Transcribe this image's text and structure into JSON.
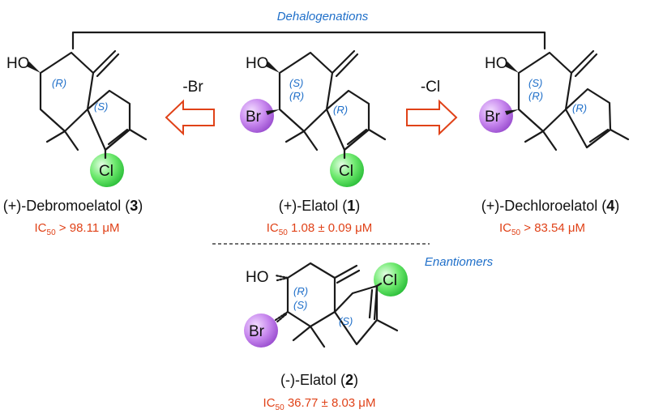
{
  "headings": {
    "dehalogenations": "Dehalogenations",
    "enantiomers": "Enantiomers"
  },
  "arrows": {
    "left_label": "-Br",
    "right_label": "-Cl"
  },
  "atoms": {
    "HO": "HO",
    "Br": "Br",
    "Cl": "Cl"
  },
  "stereo": {
    "R": "(R)",
    "S": "(S)"
  },
  "ic50": {
    "prefix": "IC",
    "subscript": "50"
  },
  "compounds": {
    "debromoelatol": {
      "name": "(+)-Debromoelatol",
      "number": "3",
      "ic50": " > 98.11 μM"
    },
    "elatol_plus": {
      "name": "(+)-Elatol",
      "number": "1",
      "ic50": " 1.08 ± 0.09 μM"
    },
    "dechloroelatol": {
      "name": "(+)-Dechloroelatol",
      "number": "4",
      "ic50": "  > 83.54 μM"
    },
    "elatol_minus": {
      "name": "(-)-Elatol",
      "number": "2",
      "ic50": " 36.77 ± 8.03 μM"
    }
  },
  "colors": {
    "bromine_sphere": "#c98aef",
    "chlorine_sphere": "#6ee96e",
    "stereo_label": "#1f6fc9",
    "ic50_text": "#e04218",
    "arrow_outline": "#e04218"
  }
}
